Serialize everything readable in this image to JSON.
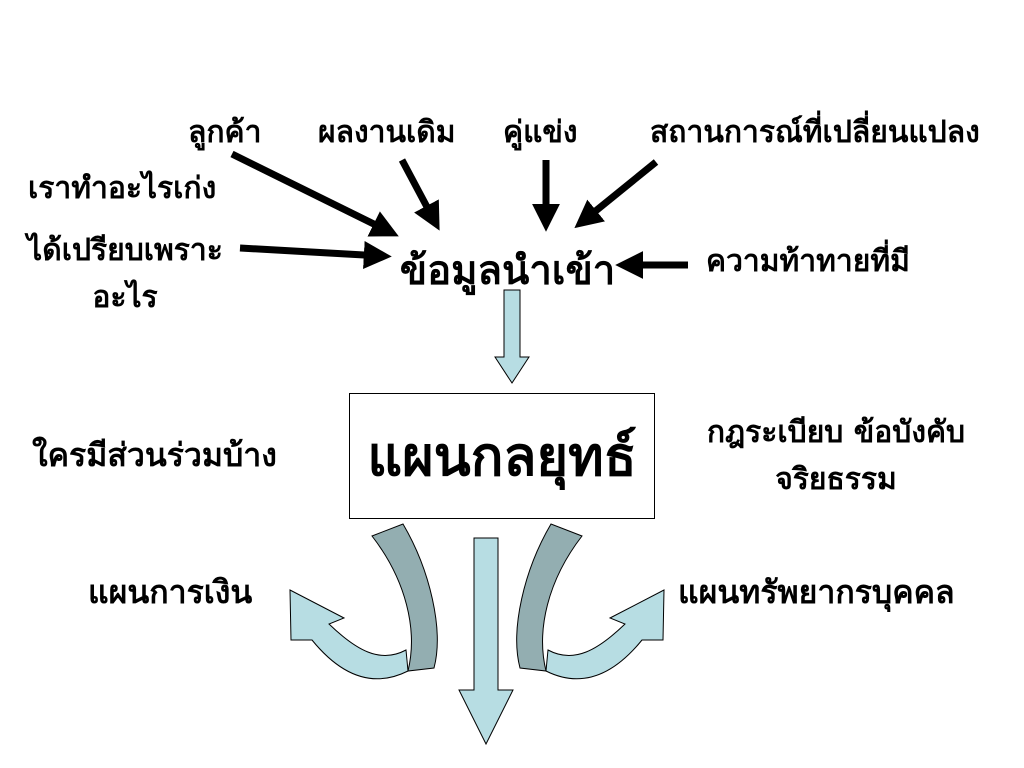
{
  "sources": {
    "customer": "ลูกค้า",
    "past_performance": "ผลงานเดิม",
    "competitors": "คู่แข่ง",
    "changing_situation": "สถานการณ์ที่เปลี่ยนแปลง",
    "strengths": "เราทำอะไรเก่ง",
    "advantage_line1": "ได้เปรียบเพราะ",
    "advantage_line2": "อะไร",
    "challenges": "ความท้าทายที่มี"
  },
  "input_node": "ข้อมูลนำเข้า",
  "center_node": "แผนกลยุทธ์",
  "side_notes": {
    "stakeholders": "ใครมีส่วนร่วมบ้าง",
    "rules_line1": "กฎระเบียบ ข้อบังคับ",
    "rules_line2": "จริยธรรม"
  },
  "outputs": {
    "finance_plan": "แผนการเงิน",
    "hr_plan": "แผนทรัพยากรบุคคล"
  },
  "colors": {
    "arrow_fill": "#b7dde3",
    "curve_fold": "#93aeb1",
    "stroke": "#000000"
  }
}
